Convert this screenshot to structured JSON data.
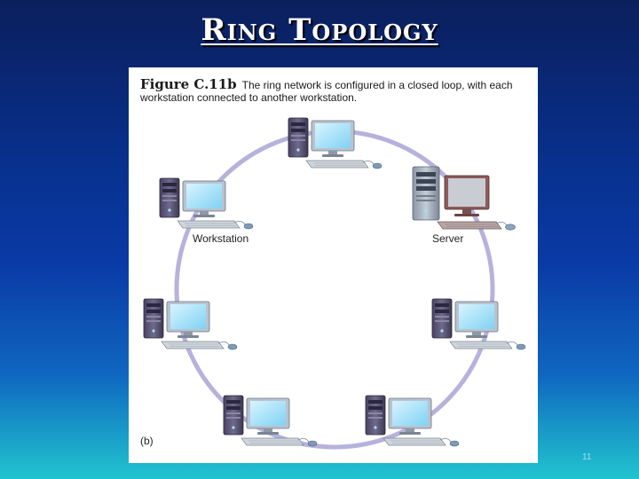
{
  "slide": {
    "title": "Ring Topology",
    "page_number": "11"
  },
  "figure": {
    "caption_label": "Figure C.11b",
    "caption_text": "The ring network is configured in a closed loop, with each workstation connected to another workstation.",
    "panel_letter": "(b)",
    "labels": {
      "workstation": "Workstation",
      "server": "Server"
    }
  },
  "colors": {
    "ring": "#b7b2dc",
    "background_top": "#0b1f5c",
    "background_bottom": "#21c4cf"
  }
}
